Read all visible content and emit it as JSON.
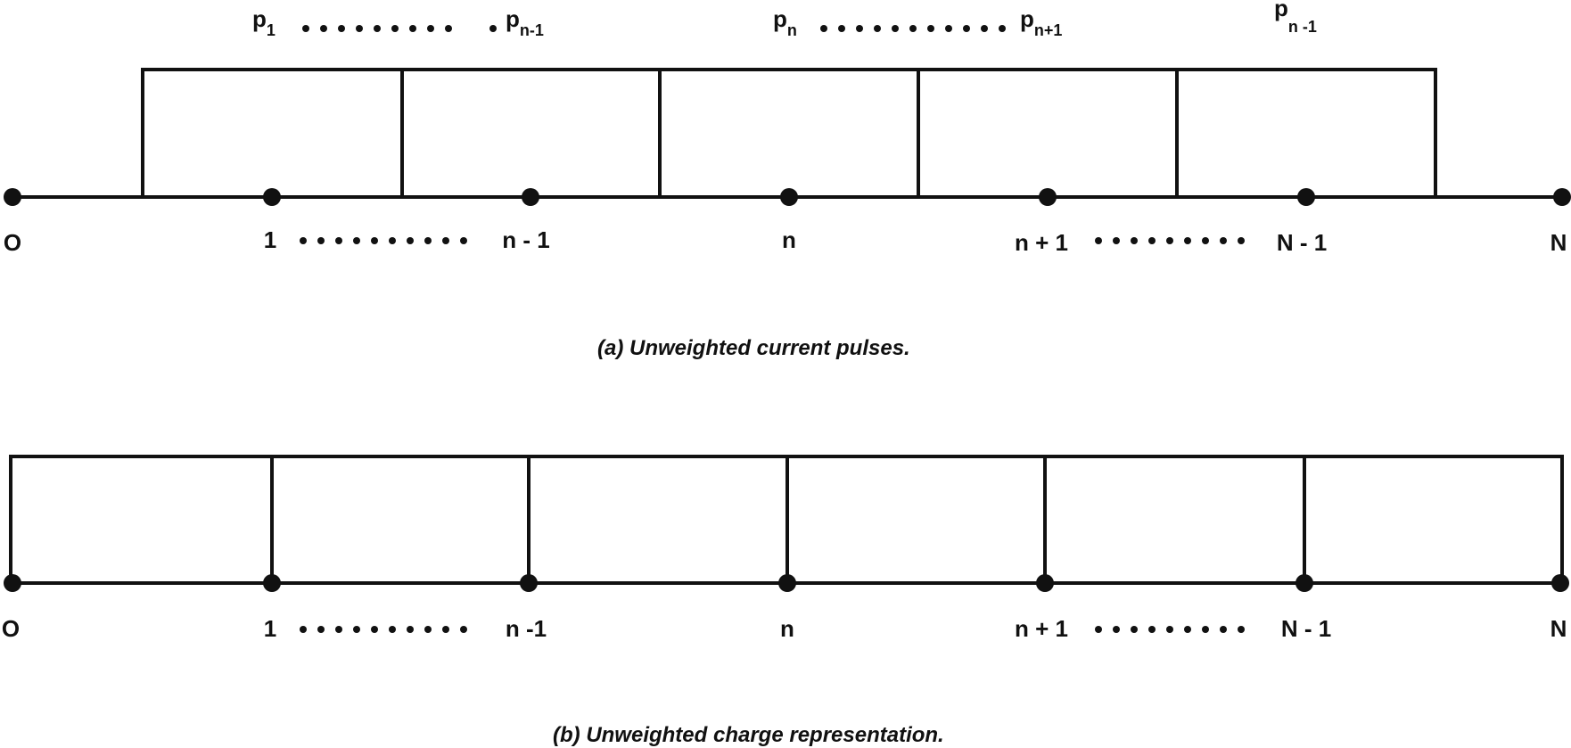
{
  "panel_a": {
    "caption": "(a)  Unweighted current pulses.",
    "pulse_labels": [
      {
        "base": "p",
        "sub": "1"
      },
      {
        "base": "p",
        "sub": "n-1"
      },
      {
        "base": "p",
        "sub": "n"
      },
      {
        "base": "p",
        "sub": "n+1"
      },
      {
        "base": "p",
        "sub": "n -1"
      }
    ],
    "node_labels": [
      "O",
      "1",
      "n - 1",
      "n",
      "n + 1",
      "N - 1",
      "N"
    ]
  },
  "panel_b": {
    "caption": "(b)  Unweighted charge representation.",
    "node_labels": [
      "O",
      "1",
      "n -1",
      "n",
      "n + 1",
      "N - 1",
      "N"
    ]
  },
  "colors": {
    "line": "#111111",
    "background": "#ffffff"
  }
}
